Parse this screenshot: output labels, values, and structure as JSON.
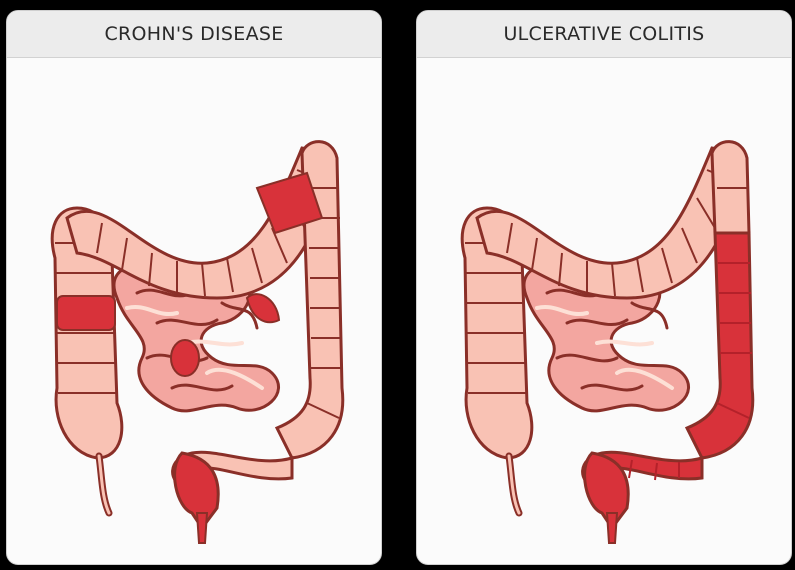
{
  "panels": [
    {
      "title": "CROHN'S DISEASE"
    },
    {
      "title": "ULCERATIVE COLITIS"
    }
  ],
  "colors": {
    "healthy_fill": "#f9c2b4",
    "healthy_light": "#fde0d6",
    "outline": "#8a2f28",
    "inflamed_fill": "#d8323a",
    "inflamed_dark": "#b4212a",
    "small_intestine": "#f3a6a0",
    "header_bg": "#ececec"
  },
  "icons": [
    "intestine-illustration",
    "intestine-illustration"
  ]
}
